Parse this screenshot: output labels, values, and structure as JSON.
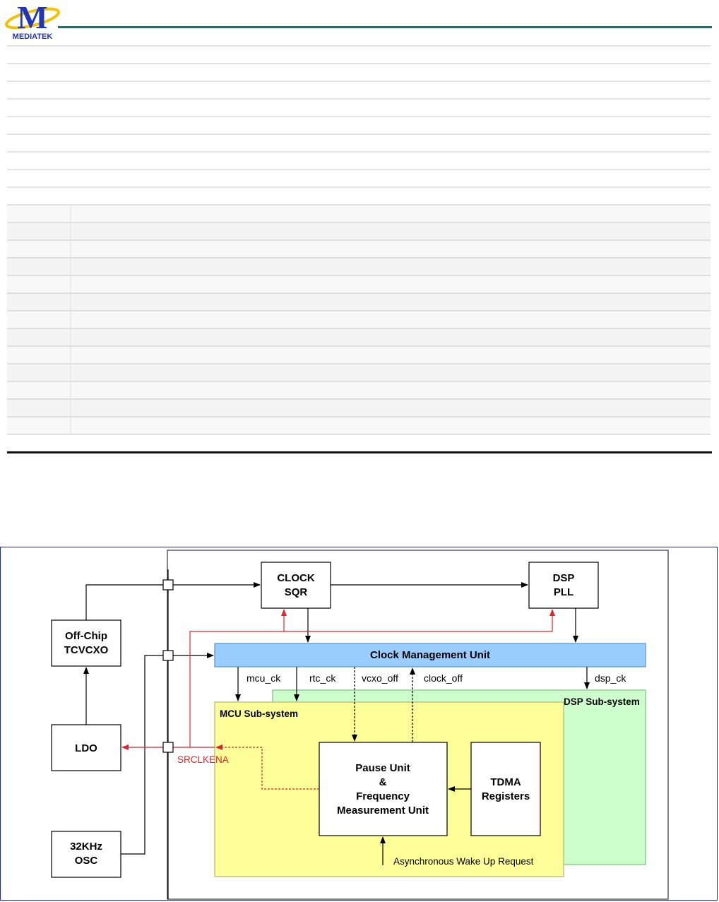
{
  "brand": {
    "logo_letter": "M",
    "logo_text": "MEDIATEK"
  },
  "table": {
    "rows": 22
  },
  "diagram": {
    "blocks": {
      "clock_sqr": [
        "CLOCK",
        "SQR"
      ],
      "dsp_pll": [
        "DSP",
        "PLL"
      ],
      "tcvcxo": [
        "Off-Chip",
        "TCVCXO"
      ],
      "ldo": "LDO",
      "osc": [
        "32KHz",
        "OSC"
      ],
      "cmu": "Clock Management Unit",
      "pause": [
        "Pause Unit",
        "&",
        "Frequency",
        "Measurement Unit"
      ],
      "tdma": [
        "TDMA",
        "Registers"
      ]
    },
    "regions": {
      "mcu": "MCU Sub-system",
      "dsp": "DSP Sub-system"
    },
    "signals": {
      "mcu_ck": "mcu_ck",
      "rtc_ck": "rtc_ck",
      "vcxo_off": "vcxo_off",
      "clock_off": "clock_off",
      "dsp_ck": "dsp_ck",
      "srclkena": "SRCLKENA",
      "wake": "Asynchronous Wake Up Request"
    },
    "colors": {
      "cmu_fill": "#99ccff",
      "mcu_fill": "#ffff99",
      "dsp_fill": "#ccffcc",
      "srclkena_line": "#e0252b",
      "frame_border": "#1d2a9a"
    }
  }
}
